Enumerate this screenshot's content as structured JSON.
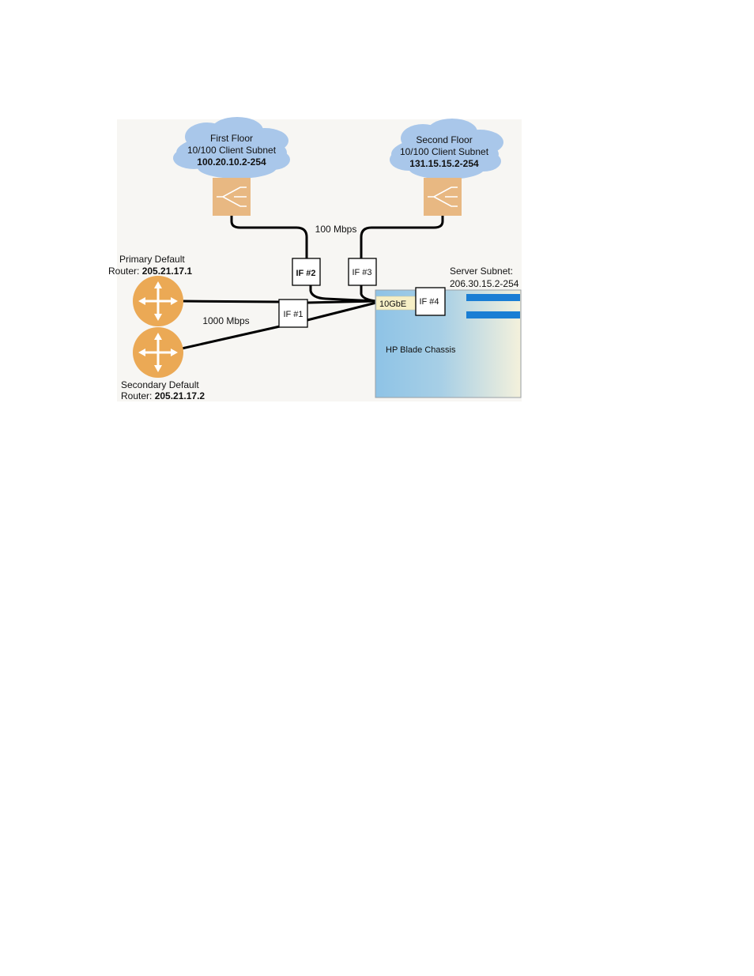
{
  "clouds": {
    "first_floor": {
      "line1": "First Floor",
      "line2": "10/100 Client Subnet",
      "line3": "100.20.10.2-254"
    },
    "second_floor": {
      "line1": "Second Floor",
      "line2": "10/100 Client Subnet",
      "line3": "131.15.15.2-254"
    }
  },
  "routers": {
    "primary": {
      "line1": "Primary Default",
      "line2_prefix": "Router: ",
      "line2_value": "205.21.17.1"
    },
    "secondary": {
      "line1": "Secondary Default",
      "line2_prefix": "Router: ",
      "line2_value": "205.21.17.2"
    }
  },
  "links": {
    "client_speed": "100 Mbps",
    "router_speed": "1000 Mbps"
  },
  "interfaces": {
    "if1": "IF #1",
    "if2": "IF #2",
    "if3": "IF #3",
    "if4": "IF #4"
  },
  "chassis": {
    "label": "HP Blade Chassis",
    "port_label": "10GbE"
  },
  "server_subnet": {
    "line1": "Server Subnet:",
    "line2": "206.30.15.2-254"
  },
  "colors": {
    "cloud": "#a9c7ea",
    "switch": "#e8b882",
    "router": "#eba955",
    "blade": "#1a7ed4",
    "panel": "#f7f6f3"
  }
}
